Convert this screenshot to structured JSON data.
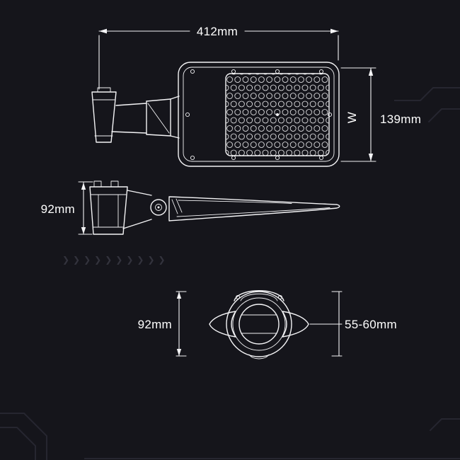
{
  "colors": {
    "background": "#15151b",
    "line": "#f4f4f6",
    "text": "#ffffff",
    "decor": "#262630",
    "chevron": "#33333d"
  },
  "drawing": {
    "top_view": {
      "width_label": "412mm",
      "height_label": "139mm",
      "axis_label": "W"
    },
    "side_view": {
      "height_label": "92mm"
    },
    "bottom_view": {
      "height_label": "92mm",
      "pole_diameter_label": "55-60mm"
    },
    "decor_chevrons": "❯❯❯❯❯❯❯❯❯❯"
  }
}
